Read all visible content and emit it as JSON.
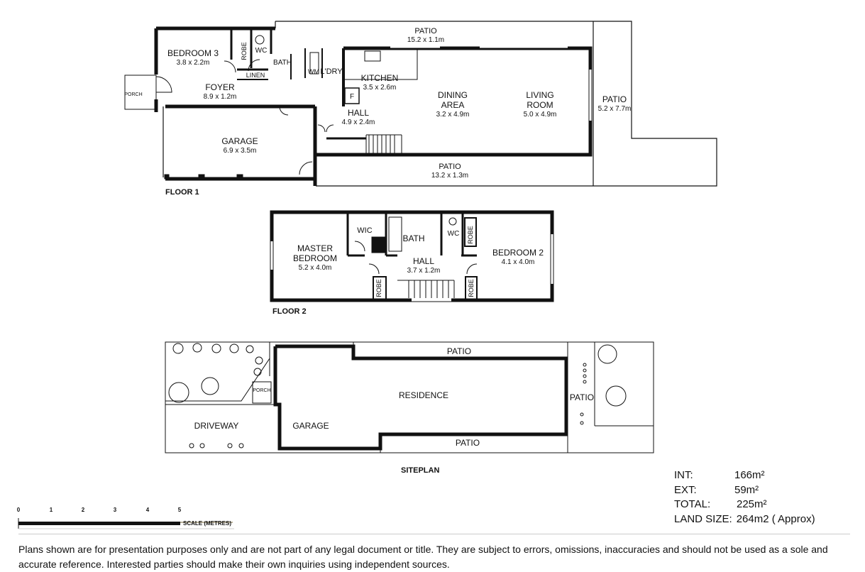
{
  "floor1": {
    "title": "FLOOR 1",
    "rooms": {
      "patio_top": {
        "name": "PATIO",
        "dim": "15.2 x 1.1m"
      },
      "bedroom3": {
        "name": "BEDROOM 3",
        "dim": "3.8 x 2.2m"
      },
      "robe": "ROBE",
      "wc": "WC",
      "bath": "BATH",
      "linen": "LINEN",
      "wm": "WM",
      "laundry": "L'DRY",
      "kitchen": {
        "name": "KITCHEN",
        "dim": "3.5 x 2.6m"
      },
      "fridge": "F",
      "dining": {
        "name1": "DINING",
        "name2": "AREA",
        "dim": "3.2 x 4.9m"
      },
      "living": {
        "name1": "LIVING",
        "name2": "ROOM",
        "dim": "5.0 x 4.9m"
      },
      "patio_right": {
        "name": "PATIO",
        "dim": "5.2 x 7.7m"
      },
      "porch": "PORCH",
      "foyer": {
        "name": "FOYER",
        "dim": "8.9 x 1.2m"
      },
      "hall": {
        "name": "HALL",
        "dim": "4.9 x 2.4m"
      },
      "garage": {
        "name": "GARAGE",
        "dim": "6.9 x 3.5m"
      },
      "patio_bottom": {
        "name": "PATIO",
        "dim": "13.2 x 1.3m"
      }
    }
  },
  "floor2": {
    "title": "FLOOR 2",
    "rooms": {
      "master": {
        "name1": "MASTER",
        "name2": "BEDROOM",
        "dim": "5.2 x 4.0m"
      },
      "wic": "WIC",
      "bath": "BATH",
      "wc": "WC",
      "robe": "ROBE",
      "bedroom2": {
        "name": "BEDROOM 2",
        "dim": "4.1 x 4.0m"
      },
      "hall": {
        "name": "HALL",
        "dim": "3.7 x 1.2m"
      }
    }
  },
  "siteplan": {
    "title": "SITEPLAN",
    "labels": {
      "patio_top": "PATIO",
      "residence": "RESIDENCE",
      "patio_right": "PATIO",
      "porch": "PORCH",
      "driveway": "DRIVEWAY",
      "garage": "GARAGE",
      "patio_bottom": "PATIO"
    }
  },
  "scale": {
    "ticks": [
      "0",
      "1",
      "2",
      "3",
      "4",
      "5"
    ],
    "label": "SCALE (METRES)"
  },
  "stats": [
    {
      "key": "INT:",
      "value": "166m²"
    },
    {
      "key": "EXT:",
      "value": "59m²"
    },
    {
      "key": "TOTAL:",
      "value": "225m²"
    },
    {
      "key": "LAND SIZE:",
      "value": "264m2 ( Approx)"
    }
  ],
  "disclaimer": "Plans shown are for presentation purposes only and are not part of any legal document or title. They are subject to errors, omissions, inaccuracies and should not be used as a sole and accurate reference. Interested parties should make their own inquiries using independent sources."
}
